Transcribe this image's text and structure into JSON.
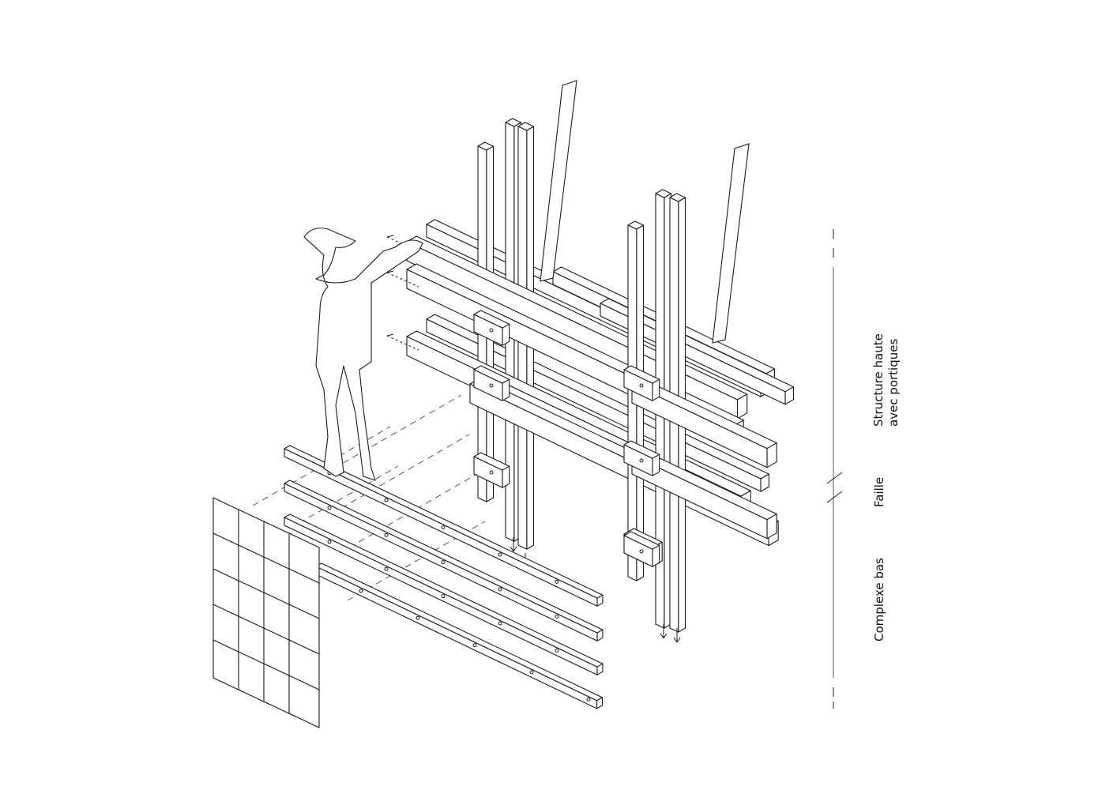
{
  "diagram": {
    "labels": {
      "structure_line1": "Structure haute",
      "structure_line2": "avec portiques",
      "faille": "Faille",
      "complexe": "Complexe bas"
    },
    "colors": {
      "ink": "#1a1a1a",
      "paper": "#ffffff",
      "guide": "#555555"
    }
  }
}
